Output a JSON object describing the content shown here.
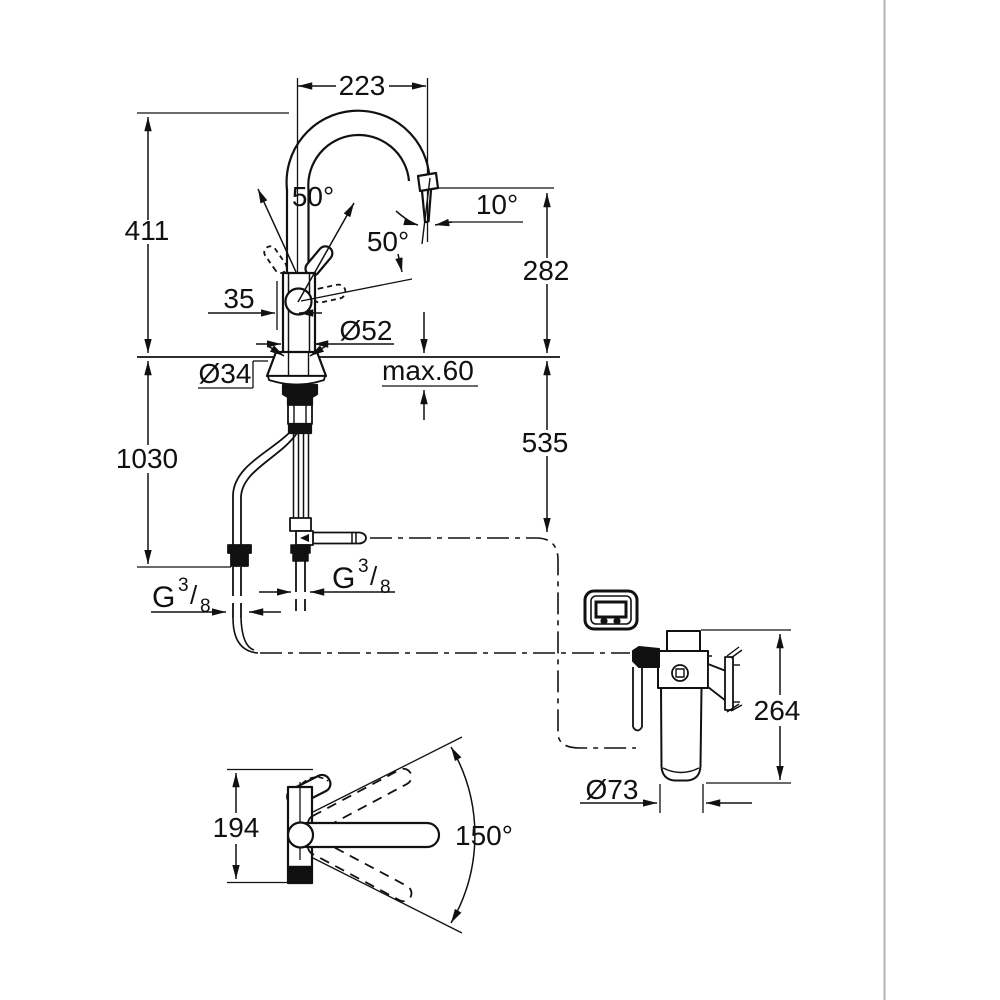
{
  "page": {
    "background": "#ffffff",
    "divider_color": "#b3b3b3",
    "line_color": "#111111",
    "description": "Technical dimension drawing of a kitchen mixer faucet with C-spout, under-sink hoses, filter cartridge with wall bracket, remote display unit, and base top view with swivel range"
  },
  "labels": {
    "spout_reach": "223",
    "total_height": "411",
    "lever_angle_back": "50°",
    "lever_angle_front": "50°",
    "outlet_angle": "10°",
    "outlet_height": "282",
    "lever_offset": "35",
    "body_diameter": "Ø52",
    "shank_diameter": "Ø34",
    "deck_thickness": "max.60",
    "hose_drop": "535",
    "hose_total": "1030",
    "filter_height": "264",
    "filter_diameter": "Ø73",
    "base_height": "194",
    "swivel_angle": "150°",
    "thread_left": {
      "prefix": "G",
      "numerator": "3",
      "slash": "/",
      "denominator": "8"
    },
    "thread_right": {
      "prefix": "G",
      "numerator": "3",
      "slash": "/",
      "denominator": "8"
    }
  }
}
